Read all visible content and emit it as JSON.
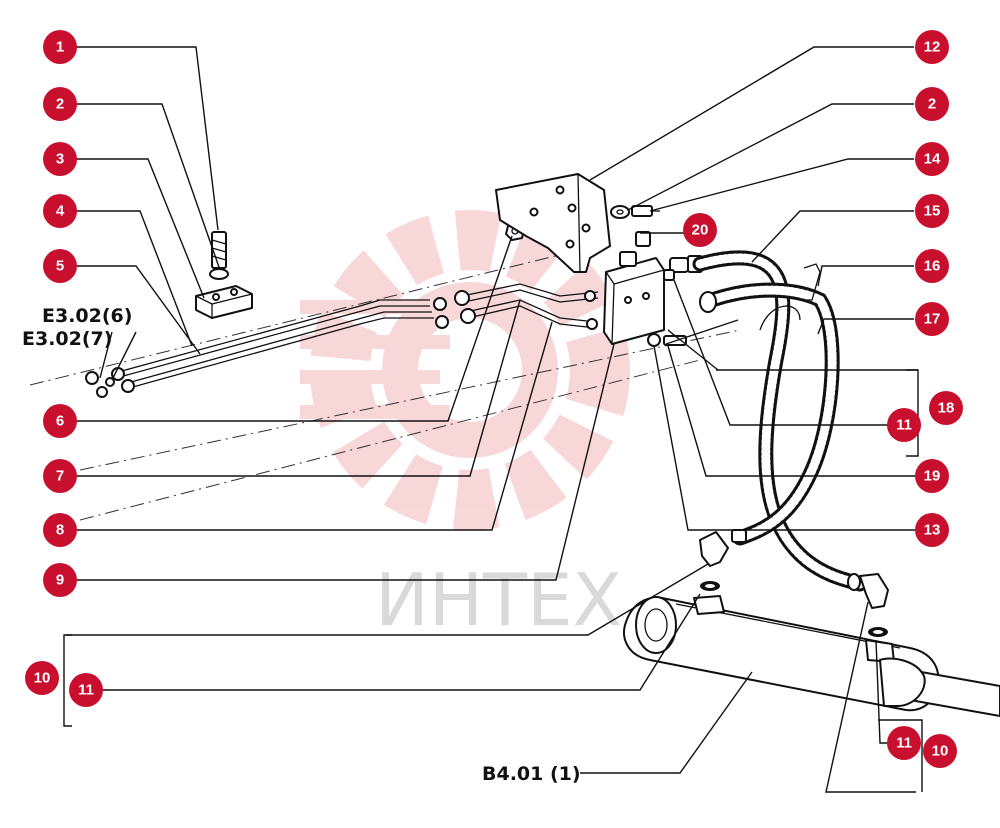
{
  "watermark": {
    "text": "ИНТЕХ",
    "color": "#f2b8b8"
  },
  "accent_color": "#c8102e",
  "callouts": [
    {
      "label": "1"
    },
    {
      "label": "2"
    },
    {
      "label": "3"
    },
    {
      "label": "4"
    },
    {
      "label": "5"
    },
    {
      "label": "6"
    },
    {
      "label": "7"
    },
    {
      "label": "8"
    },
    {
      "label": "9"
    },
    {
      "label": "10"
    },
    {
      "label": "11"
    },
    {
      "label": "12"
    },
    {
      "label": "2"
    },
    {
      "label": "14"
    },
    {
      "label": "15"
    },
    {
      "label": "16"
    },
    {
      "label": "17"
    },
    {
      "label": "18"
    },
    {
      "label": "11"
    },
    {
      "label": "19"
    },
    {
      "label": "13"
    },
    {
      "label": "20"
    },
    {
      "label": "11"
    },
    {
      "label": "10"
    }
  ],
  "references": {
    "e302_6": "E3.02(6)",
    "e302_7": "E3.02(7)",
    "b401_1": "B4.01 (1)"
  }
}
